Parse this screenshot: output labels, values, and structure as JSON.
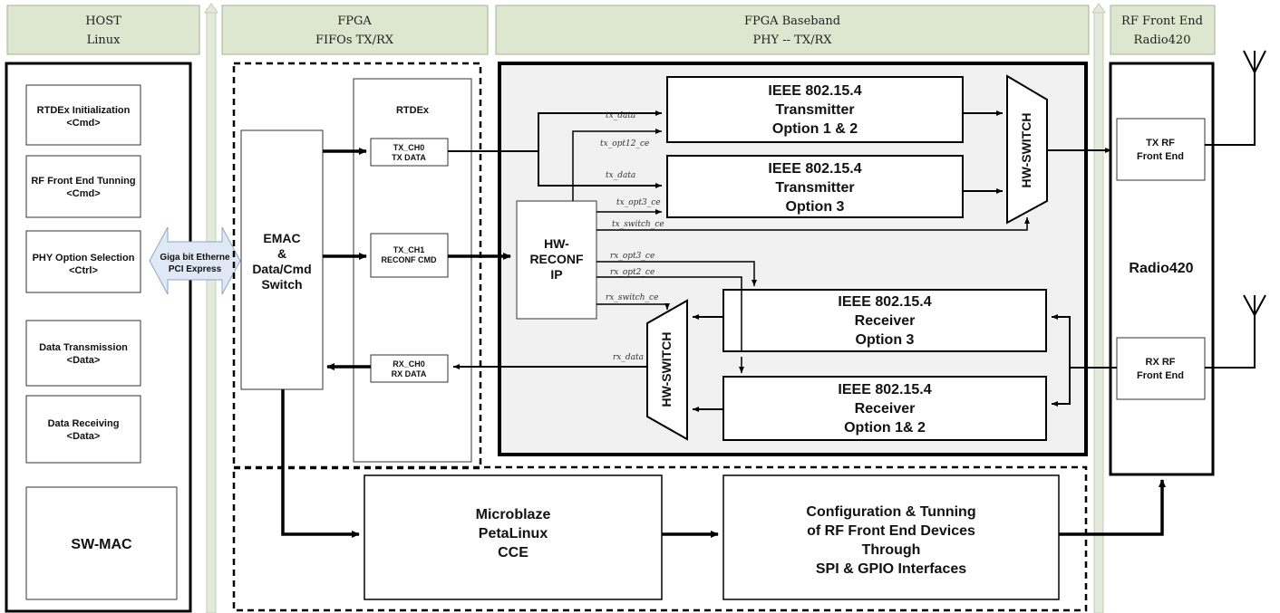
{
  "headers": {
    "host": [
      "HOST",
      "Linux"
    ],
    "fifo": [
      "FPGA",
      "FIFOs TX/RX"
    ],
    "baseband": [
      "FPGA Baseband",
      "PHY  --  TX/RX"
    ],
    "rf": [
      "RF Front End",
      "Radio420"
    ]
  },
  "host_items": [
    [
      "RTDEx Initialization",
      "<Cmd>"
    ],
    [
      "RF Front End Tunning",
      "<Cmd>"
    ],
    [
      "PHY Option Selection",
      "<Ctrl>"
    ],
    [
      "Data Transmission",
      "<Data>"
    ],
    [
      "Data Receiving",
      "<Data>"
    ]
  ],
  "swmac": "SW-MAC",
  "link": [
    "Giga bit Etherne",
    "PCI Express"
  ],
  "emac": [
    "EMAC",
    "&",
    "Data/Cmd",
    "Switch"
  ],
  "rtdex": {
    "title": "RTDEx",
    "tx_ch0": [
      "TX_CH0",
      "TX DATA"
    ],
    "tx_ch1": [
      "TX_CH1",
      "RECONF CMD"
    ],
    "rx_ch0": [
      "RX_CH0",
      "RX DATA"
    ]
  },
  "hwreconf": [
    "HW-",
    "RECONF",
    "IP"
  ],
  "tx1": [
    "IEEE 802.15.4",
    "Transmitter",
    "Option 1 & 2"
  ],
  "tx3": [
    "IEEE 802.15.4",
    "Transmitter",
    "Option 3"
  ],
  "rx3": [
    "IEEE 802.15.4",
    "Receiver",
    "Option 3"
  ],
  "rx12": [
    "IEEE 802.15.4",
    "Receiver",
    "Option 1& 2"
  ],
  "hwswitch": "HW-SWITCH",
  "radio": "Radio420",
  "txrf": [
    "TX RF",
    "Front End"
  ],
  "rxrf": [
    "RX RF",
    "Front End"
  ],
  "microblaze": [
    "Microblaze",
    "PetaLinux",
    "CCE"
  ],
  "config": [
    "Configuration & Tunning",
    "of RF Front End Devices",
    "Through",
    "SPI & GPIO Interfaces"
  ],
  "signals": {
    "tx_data_1": "tx_data",
    "tx_opt12_ce": "tx_opt12_ce",
    "tx_data_2": "tx_data",
    "tx_opt3_ce": "tx_opt3_ce",
    "tx_switch_ce": "tx_switch_ce",
    "rx_opt3_ce": "rx_opt3_ce",
    "rx_opt2_ce": "rx_opt2_ce",
    "rx_switch_ce": "rx_switch_ce",
    "rx_data": "rx_data"
  }
}
